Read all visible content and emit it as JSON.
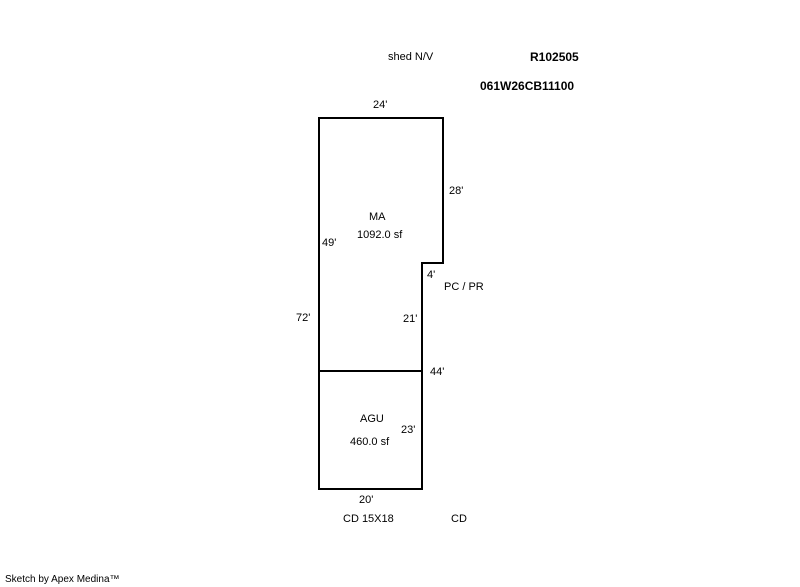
{
  "header": {
    "note": "shed N/V",
    "account_id": "R102505",
    "map_tax_lot": "061W26CB11100"
  },
  "areas": [
    {
      "code": "MA",
      "area": "1092.0 sf"
    },
    {
      "code": "AGU",
      "area": "460.0 sf"
    }
  ],
  "dimensions": {
    "top": "24'",
    "right_upper": "28'",
    "notch": "4'",
    "left_upper": "49'",
    "left_total": "72'",
    "right_mid": "21'",
    "right_total": "44'",
    "right_lower": "23'",
    "bottom": "20'"
  },
  "annotations": {
    "porch": "PC / PR",
    "bottom_left": "CD  15X18",
    "bottom_right": "CD"
  },
  "footer": {
    "credit": "Sketch by Apex Medina™"
  }
}
